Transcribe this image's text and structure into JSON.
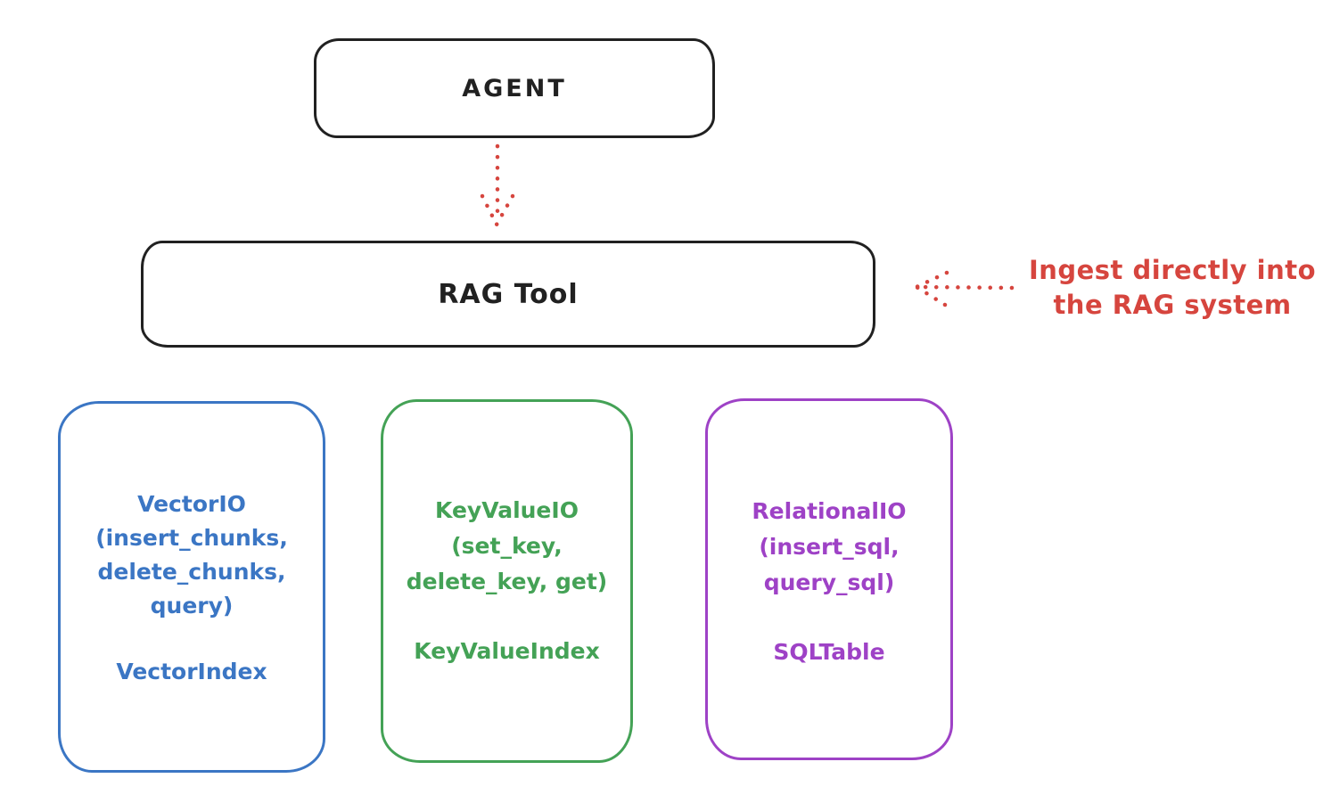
{
  "colors": {
    "ink": "#212121",
    "red": "#d6453e",
    "blue": "#3b76c4",
    "green": "#44a256",
    "violet": "#9e42c6",
    "background": "#ffffff"
  },
  "agent": {
    "label": "AGENT"
  },
  "rag_tool": {
    "label": "RAG Tool"
  },
  "annotation": {
    "lines": [
      "Ingest directly into",
      "the RAG system"
    ]
  },
  "arrows": [
    {
      "name": "agent-to-rag-arrow",
      "style": "dotted",
      "direction": "down"
    },
    {
      "name": "ingest-arrow",
      "style": "dotted",
      "direction": "left"
    }
  ],
  "backends": [
    {
      "name": "vector-io",
      "color_key": "blue",
      "lines": [
        "VectorIO",
        "(insert_chunks,",
        "delete_chunks,",
        "query)"
      ],
      "index_label": "VectorIndex"
    },
    {
      "name": "keyvalue-io",
      "color_key": "green",
      "lines": [
        "KeyValueIO",
        "(set_key,",
        "delete_key, get)"
      ],
      "index_label": "KeyValueIndex"
    },
    {
      "name": "relational-io",
      "color_key": "violet",
      "lines": [
        "RelationalIO",
        "(insert_sql,",
        "query_sql)"
      ],
      "index_label": "SQLTable"
    }
  ]
}
